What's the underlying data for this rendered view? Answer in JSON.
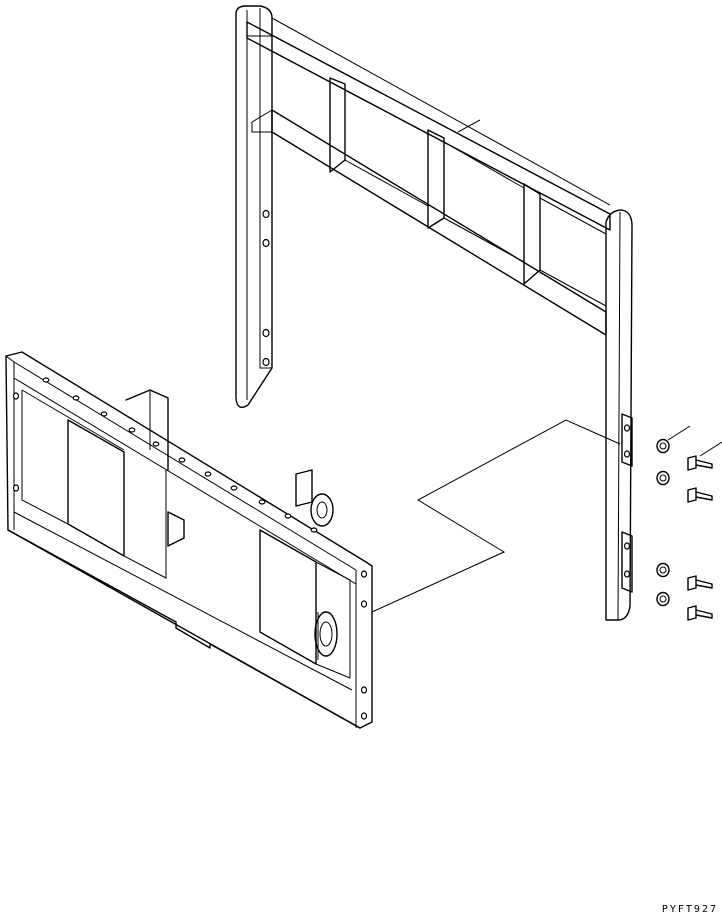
{
  "drawing": {
    "code": "PYFT927",
    "parts": [
      "load-backrest-frame",
      "fork-carriage-plate",
      "washer",
      "bolt",
      "leader-line"
    ]
  }
}
